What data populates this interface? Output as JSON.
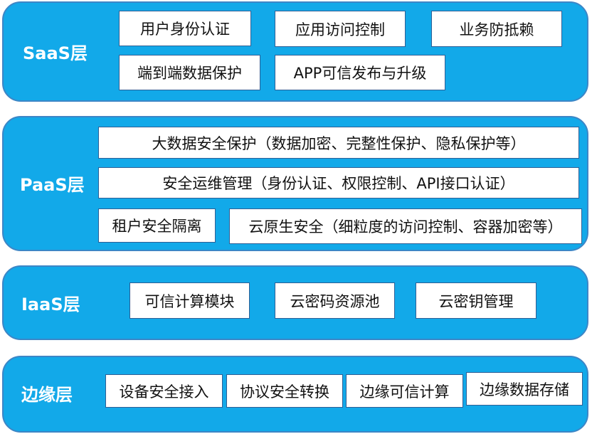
{
  "layers": {
    "saas": {
      "label": "SaaS层",
      "items": [
        "用户身份认证",
        "应用访问控制",
        "业务防抵赖",
        "端到端数据保护",
        "APP可信发布与升级"
      ]
    },
    "paas": {
      "label": "PaaS层",
      "items": [
        "大数据安全保护（数据加密、完整性保护、隐私保护等）",
        "安全运维管理（身份认证、权限控制、API接口认证）",
        "租户安全隔离",
        "云原生安全（细粒度的访问控制、容器加密等）"
      ]
    },
    "iaas": {
      "label": "IaaS层",
      "items": [
        "可信计算模块",
        "云密码资源池",
        "云密钥管理"
      ]
    },
    "edge": {
      "label": "边缘层",
      "items": [
        "设备安全接入",
        "协议安全转换",
        "边缘可信计算",
        "边缘数据存储"
      ]
    }
  },
  "colors": {
    "layer": "#12a9e9",
    "border": "#3d86c6"
  }
}
